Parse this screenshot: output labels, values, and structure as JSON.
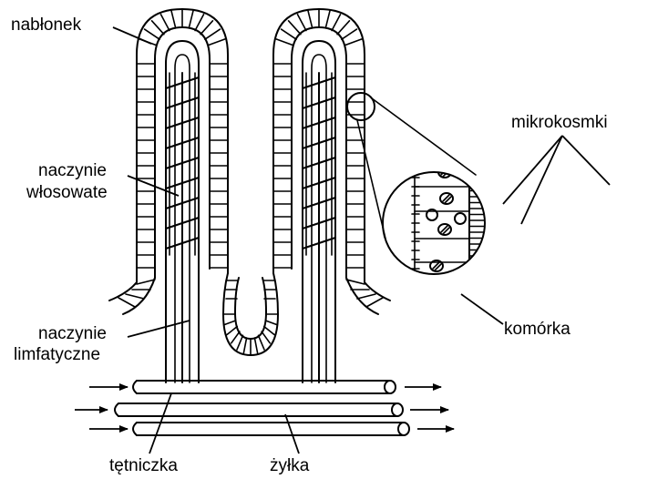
{
  "labels": {
    "epithelium": "nabłonek",
    "capillaries_line1": "naczynie",
    "capillaries_line2": "włosowate",
    "lymphatic_line1": "naczynie",
    "lymphatic_line2": "limfatyczne",
    "arteriole": "tętniczka",
    "venule": "żyłka",
    "microvilli": "mikrokosmki",
    "cell": "komórka"
  },
  "colors": {
    "ink": "#000000",
    "background": "#ffffff"
  }
}
